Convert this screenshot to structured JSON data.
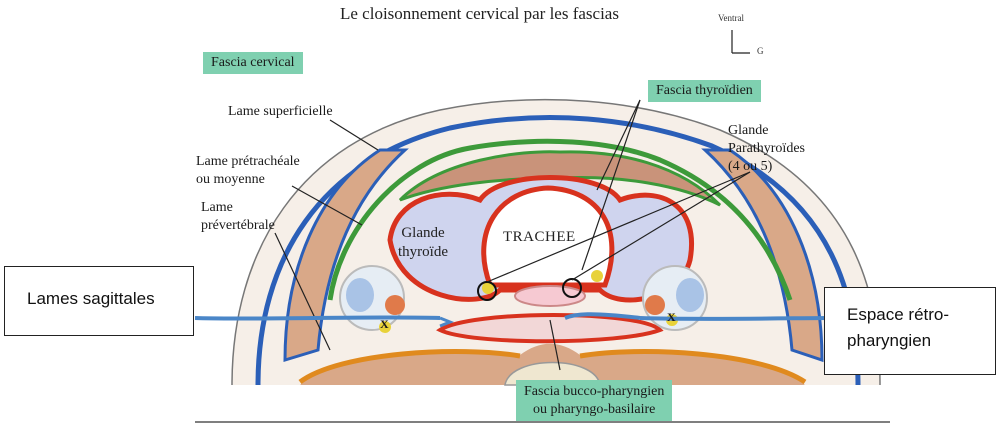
{
  "title": "Le cloisonnement cervical par les fascias",
  "orientation": {
    "ventral": "Ventral",
    "left": "G"
  },
  "tags": {
    "fascia_cervical": "Fascia cervical",
    "fascia_thyroidien": "Fascia thyroïdien",
    "fascia_bucco_line1": "Fascia bucco-pharyngien",
    "fascia_bucco_line2": "ou pharyngo-basilaire"
  },
  "labels": {
    "lame_superficielle": "Lame superficielle",
    "lame_pretracheale_line1": "Lame prétrachéale",
    "lame_pretracheale_line2": "ou moyenne",
    "lame_prevertebrale_line1": "Lame",
    "lame_prevertebrale_line2": "prévertébrale",
    "glande_para_line1": "Glande",
    "glande_para_line2": "Parathyroïdes",
    "glande_para_line3": "(4 ou 5)",
    "glande_thyroide_line1": "Glande",
    "glande_thyroide_line2": "thyroïde",
    "trachee": "TRACHEE",
    "x_mark": "X"
  },
  "callouts": {
    "lames_sagittales": "Lames sagittales",
    "espace_retro_line1": "Espace rétro-",
    "espace_retro_line2": "pharyngien"
  },
  "colors": {
    "superficial_fascia": "#2b5fb8",
    "pretracheal_fascia": "#3d9a3a",
    "thyroid_fascia": "#d8321e",
    "prevertebral_fascia": "#e08a1e",
    "muscle": "#d9a888",
    "thyroid": "#cfd4ee",
    "tag_bg": "#7fd0b0",
    "arrow": "#4a86c8"
  }
}
